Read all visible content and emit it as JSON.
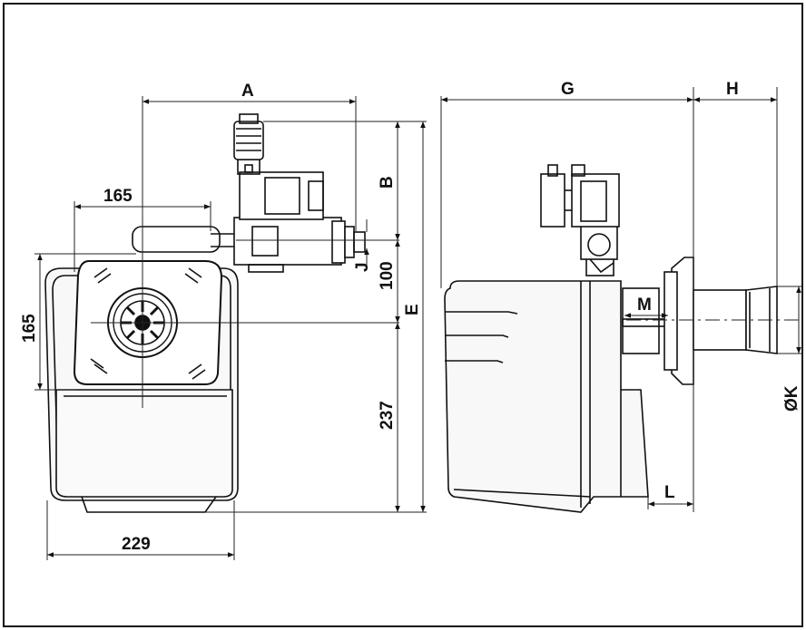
{
  "labels": {
    "A": "A",
    "B": "B",
    "E": "E",
    "G": "G",
    "H": "H",
    "J": "J",
    "L": "L",
    "M": "M",
    "K": "ØK",
    "dim_165_top": "165",
    "dim_165_left": "165",
    "dim_100": "100",
    "dim_237": "237",
    "dim_229": "229"
  },
  "colors": {
    "line": "#111111",
    "body_fill": "#f7f7f7",
    "dim_line": "#222222"
  }
}
